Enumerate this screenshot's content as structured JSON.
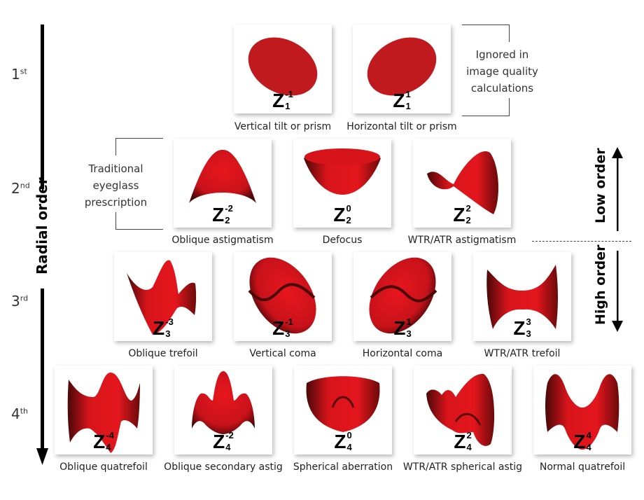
{
  "radial_axis": {
    "title": "Radial order",
    "orders": [
      {
        "n": "1",
        "suffix": "st"
      },
      {
        "n": "2",
        "suffix": "nd"
      },
      {
        "n": "3",
        "suffix": "rd"
      },
      {
        "n": "4",
        "suffix": "th"
      }
    ]
  },
  "notes": {
    "ignored": [
      "Ignored in",
      "image quality",
      "calculations"
    ],
    "traditional": [
      "Traditional",
      "eyeglass",
      "prescription"
    ]
  },
  "order_groups": {
    "low": "Low order",
    "high": "High order"
  },
  "terms": [
    {
      "symbol": "Z",
      "n": "1",
      "m": "-1",
      "label": "Vertical tilt or prism"
    },
    {
      "symbol": "Z",
      "n": "1",
      "m": "1",
      "label": "Horizontal tilt or prism"
    },
    {
      "symbol": "Z",
      "n": "2",
      "m": "-2",
      "label": "Oblique astigmatism"
    },
    {
      "symbol": "Z",
      "n": "2",
      "m": "0",
      "label": "Defocus"
    },
    {
      "symbol": "Z",
      "n": "2",
      "m": "2",
      "label": "WTR/ATR astigmatism"
    },
    {
      "symbol": "Z",
      "n": "3",
      "m": "-3",
      "label": "Oblique trefoil"
    },
    {
      "symbol": "Z",
      "n": "3",
      "m": "-1",
      "label": "Vertical coma"
    },
    {
      "symbol": "Z",
      "n": "3",
      "m": "1",
      "label": "Horizontal coma"
    },
    {
      "symbol": "Z",
      "n": "3",
      "m": "3",
      "label": "WTR/ATR trefoil"
    },
    {
      "symbol": "Z",
      "n": "4",
      "m": "-4",
      "label": "Oblique quatrefoil"
    },
    {
      "symbol": "Z",
      "n": "4",
      "m": "-2",
      "label": "Oblique secondary astig"
    },
    {
      "symbol": "Z",
      "n": "4",
      "m": "0",
      "label": "Spherical aberration"
    },
    {
      "symbol": "Z",
      "n": "4",
      "m": "2",
      "label": "WTR/ATR spherical astig"
    },
    {
      "symbol": "Z",
      "n": "4",
      "m": "4",
      "label": "Normal quatrefoil"
    }
  ],
  "colors": {
    "surface": "#d9141b",
    "surface_dark": "#5a0a0a",
    "flat": "#c11a1e"
  }
}
